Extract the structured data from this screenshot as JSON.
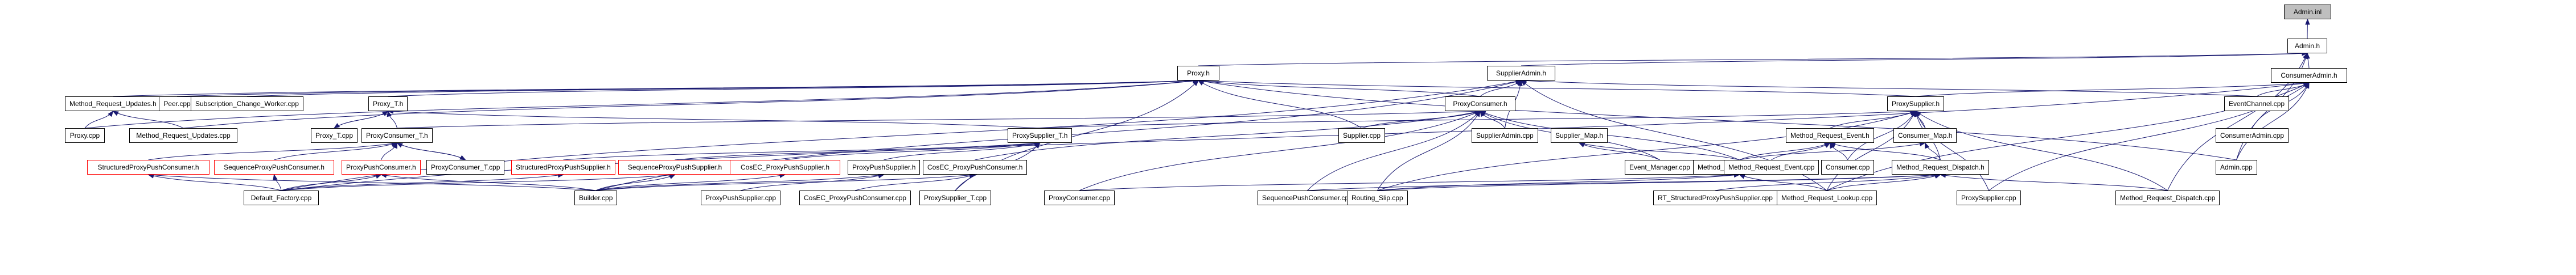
{
  "diagram": {
    "type": "include-dependency-graph",
    "root": "Admin.inl",
    "colors": {
      "edge": "#191970",
      "root_fill": "#bfbfbf",
      "node_border": "#000000",
      "truncated_border": "#ff0000"
    },
    "nodes": [
      {
        "id": "admin_inl",
        "label": "Admin.inl",
        "style": "root"
      },
      {
        "id": "admin_h",
        "label": "Admin.h",
        "style": "normal"
      },
      {
        "id": "supplieradmin_h",
        "label": "SupplierAdmin.h",
        "style": "normal"
      },
      {
        "id": "consumeradmin_h",
        "label": "ConsumerAdmin.h",
        "style": "normal"
      },
      {
        "id": "proxy_h",
        "label": "Proxy.h",
        "style": "normal"
      },
      {
        "id": "proxyconsumer_h",
        "label": "ProxyConsumer.h",
        "style": "normal"
      },
      {
        "id": "proxysupplier_h",
        "label": "ProxySupplier.h",
        "style": "normal"
      },
      {
        "id": "mru_h",
        "label": "Method_Request_Updates.h",
        "style": "normal"
      },
      {
        "id": "peer_cpp",
        "label": "Peer.cpp",
        "style": "normal"
      },
      {
        "id": "scw_cpp",
        "label": "Subscription_Change_Worker.cpp",
        "style": "normal"
      },
      {
        "id": "proxy_t_h",
        "label": "Proxy_T.h",
        "style": "normal"
      },
      {
        "id": "eventchannel_cpp",
        "label": "EventChannel.cpp",
        "style": "normal"
      },
      {
        "id": "proxy_cpp",
        "label": "Proxy.cpp",
        "style": "normal"
      },
      {
        "id": "mru_cpp",
        "label": "Method_Request_Updates.cpp",
        "style": "normal"
      },
      {
        "id": "proxy_t_cpp",
        "label": "Proxy_T.cpp",
        "style": "normal"
      },
      {
        "id": "proxyconsumer_t_h",
        "label": "ProxyConsumer_T.h",
        "style": "normal"
      },
      {
        "id": "proxysupplier_t_h",
        "label": "ProxySupplier_T.h",
        "style": "normal"
      },
      {
        "id": "supplier_cpp",
        "label": "Supplier.cpp",
        "style": "normal"
      },
      {
        "id": "supplieradmin_cpp",
        "label": "SupplierAdmin.cpp",
        "style": "normal"
      },
      {
        "id": "supplier_map_h",
        "label": "Supplier_Map.h",
        "style": "normal"
      },
      {
        "id": "mre_h",
        "label": "Method_Request_Event.h",
        "style": "normal"
      },
      {
        "id": "consumer_map_h",
        "label": "Consumer_Map.h",
        "style": "normal"
      },
      {
        "id": "consumeradmin_cpp",
        "label": "ConsumerAdmin.cpp",
        "style": "normal"
      },
      {
        "id": "sppc_h",
        "label": "StructuredProxyPushConsumer.h",
        "style": "truncated"
      },
      {
        "id": "seqppc_h",
        "label": "SequenceProxyPushConsumer.h",
        "style": "truncated"
      },
      {
        "id": "ppc_h",
        "label": "ProxyPushConsumer.h",
        "style": "truncated"
      },
      {
        "id": "proxyconsumer_t_cpp",
        "label": "ProxyConsumer_T.cpp",
        "style": "normal"
      },
      {
        "id": "spps_h",
        "label": "StructuredProxyPushSupplier.h",
        "style": "truncated"
      },
      {
        "id": "seqpps_h",
        "label": "SequenceProxyPushSupplier.h",
        "style": "truncated"
      },
      {
        "id": "cosec_pps_h",
        "label": "CosEC_ProxyPushSupplier.h",
        "style": "truncated"
      },
      {
        "id": "pps_h",
        "label": "ProxyPushSupplier.h",
        "style": "normal"
      },
      {
        "id": "cosec_ppc_h",
        "label": "CosEC_ProxyPushConsumer.h",
        "style": "normal"
      },
      {
        "id": "event_manager_cpp",
        "label": "Event_Manager.cpp",
        "style": "normal"
      },
      {
        "id": "mrl_h",
        "label": "Method_Request_Lookup.h",
        "style": "normal"
      },
      {
        "id": "mre_cpp",
        "label": "Method_Request_Event.cpp",
        "style": "normal"
      },
      {
        "id": "consumer_cpp",
        "label": "Consumer.cpp",
        "style": "normal"
      },
      {
        "id": "mrd_h",
        "label": "Method_Request_Dispatch.h",
        "style": "normal"
      },
      {
        "id": "admin_cpp",
        "label": "Admin.cpp",
        "style": "normal"
      },
      {
        "id": "default_factory_cpp",
        "label": "Default_Factory.cpp",
        "style": "normal"
      },
      {
        "id": "builder_cpp",
        "label": "Builder.cpp",
        "style": "normal"
      },
      {
        "id": "pps_cpp",
        "label": "ProxyPushSupplier.cpp",
        "style": "normal"
      },
      {
        "id": "cosec_ppc_cpp",
        "label": "CosEC_ProxyPushConsumer.cpp",
        "style": "normal"
      },
      {
        "id": "proxysupplier_t_cpp",
        "label": "ProxySupplier_T.cpp",
        "style": "normal"
      },
      {
        "id": "proxyconsumer_cpp",
        "label": "ProxyConsumer.cpp",
        "style": "normal"
      },
      {
        "id": "seqpushconsumer_cpp",
        "label": "SequencePushConsumer.cpp",
        "style": "normal"
      },
      {
        "id": "routing_slip_cpp",
        "label": "Routing_Slip.cpp",
        "style": "normal"
      },
      {
        "id": "rt_spps_cpp",
        "label": "RT_StructuredProxyPushSupplier.cpp",
        "style": "normal"
      },
      {
        "id": "mrl_cpp",
        "label": "Method_Request_Lookup.cpp",
        "style": "normal"
      },
      {
        "id": "proxysupplier_cpp",
        "label": "ProxySupplier.cpp",
        "style": "normal"
      },
      {
        "id": "mrd_cpp",
        "label": "Method_Request_Dispatch.cpp",
        "style": "normal"
      }
    ],
    "edges": [
      [
        "admin_h",
        "admin_inl"
      ],
      [
        "consumeradmin_h",
        "admin_h"
      ],
      [
        "supplieradmin_h",
        "admin_h"
      ],
      [
        "proxy_h",
        "admin_h"
      ],
      [
        "admin_cpp",
        "admin_h"
      ],
      [
        "mrd_cpp",
        "admin_h"
      ],
      [
        "eventchannel_cpp",
        "consumeradmin_h"
      ],
      [
        "consumeradmin_cpp",
        "consumeradmin_h"
      ],
      [
        "proxysupplier_h",
        "consumeradmin_h"
      ],
      [
        "admin_cpp",
        "consumeradmin_h"
      ],
      [
        "mrl_cpp",
        "consumeradmin_h"
      ],
      [
        "proxysupplier_cpp",
        "consumeradmin_h"
      ],
      [
        "default_factory_cpp",
        "consumeradmin_h"
      ],
      [
        "proxyconsumer_h",
        "supplieradmin_h"
      ],
      [
        "supplieradmin_cpp",
        "supplieradmin_h"
      ],
      [
        "eventchannel_cpp",
        "supplieradmin_h"
      ],
      [
        "builder_cpp",
        "supplieradmin_h"
      ],
      [
        "default_factory_cpp",
        "supplieradmin_h"
      ],
      [
        "mrl_cpp",
        "supplieradmin_h"
      ],
      [
        "proxyconsumer_h",
        "proxy_h"
      ],
      [
        "proxysupplier_h",
        "proxy_h"
      ],
      [
        "proxy_t_h",
        "proxy_h"
      ],
      [
        "mru_h",
        "proxy_h"
      ],
      [
        "proxy_cpp",
        "proxy_h"
      ],
      [
        "peer_cpp",
        "proxy_h"
      ],
      [
        "scw_cpp",
        "proxy_h"
      ],
      [
        "mru_cpp",
        "proxy_h"
      ],
      [
        "supplier_cpp",
        "proxy_h"
      ],
      [
        "proxysupplier_t_cpp",
        "proxy_h"
      ],
      [
        "admin_cpp",
        "proxy_h"
      ],
      [
        "proxy_cpp",
        "mru_h"
      ],
      [
        "mru_cpp",
        "mru_h"
      ],
      [
        "proxy_t_cpp",
        "proxy_t_h"
      ],
      [
        "proxyconsumer_t_h",
        "proxy_t_h"
      ],
      [
        "proxysupplier_t_h",
        "proxy_t_h"
      ],
      [
        "proxy_t_h",
        "proxy_t_cpp"
      ],
      [
        "proxyconsumer_t_cpp",
        "proxyconsumer_t_h"
      ],
      [
        "proxyconsumer_t_h",
        "proxyconsumer_t_cpp"
      ],
      [
        "ppc_h",
        "proxyconsumer_t_h"
      ],
      [
        "seqppc_h",
        "proxyconsumer_t_h"
      ],
      [
        "sppc_h",
        "proxyconsumer_t_h"
      ],
      [
        "proxyconsumer_t_h",
        "proxyconsumer_h"
      ],
      [
        "supplier_cpp",
        "proxyconsumer_h"
      ],
      [
        "proxyconsumer_cpp",
        "proxyconsumer_h"
      ],
      [
        "supplieradmin_cpp",
        "proxyconsumer_h"
      ],
      [
        "event_manager_cpp",
        "proxyconsumer_h"
      ],
      [
        "mrl_h",
        "proxyconsumer_h"
      ],
      [
        "seqpushconsumer_cpp",
        "proxyconsumer_h"
      ],
      [
        "routing_slip_cpp",
        "proxyconsumer_h"
      ],
      [
        "cosec_ppc_h",
        "proxyconsumer_h"
      ],
      [
        "spps_h",
        "proxysupplier_t_h"
      ],
      [
        "seqpps_h",
        "proxysupplier_t_h"
      ],
      [
        "cosec_pps_h",
        "proxysupplier_t_h"
      ],
      [
        "pps_h",
        "proxysupplier_t_h"
      ],
      [
        "proxysupplier_t_cpp",
        "proxysupplier_t_h"
      ],
      [
        "proxysupplier_t_h",
        "proxysupplier_h"
      ],
      [
        "mre_h",
        "proxysupplier_h"
      ],
      [
        "consumer_map_h",
        "proxysupplier_h"
      ],
      [
        "consumer_cpp",
        "proxysupplier_h"
      ],
      [
        "mrd_h",
        "proxysupplier_h"
      ],
      [
        "proxysupplier_cpp",
        "proxysupplier_h"
      ],
      [
        "mrd_cpp",
        "proxysupplier_h"
      ],
      [
        "mrl_cpp",
        "proxysupplier_h"
      ],
      [
        "routing_slip_cpp",
        "proxysupplier_h"
      ],
      [
        "event_manager_cpp",
        "supplier_map_h"
      ],
      [
        "mrl_h",
        "supplier_map_h"
      ],
      [
        "mre_cpp",
        "mre_h"
      ],
      [
        "consumer_cpp",
        "mre_h"
      ],
      [
        "mrd_h",
        "mre_h"
      ],
      [
        "mrl_h",
        "mre_h"
      ],
      [
        "mrl_h",
        "consumer_map_h"
      ],
      [
        "mrd_h",
        "consumer_map_h"
      ],
      [
        "routing_slip_cpp",
        "mrl_h"
      ],
      [
        "mrl_cpp",
        "mrl_h"
      ],
      [
        "proxyconsumer_cpp",
        "mrl_h"
      ],
      [
        "rt_spps_cpp",
        "mrd_h"
      ],
      [
        "mrl_cpp",
        "mrd_h"
      ],
      [
        "routing_slip_cpp",
        "mrd_h"
      ],
      [
        "mrd_cpp",
        "mrd_h"
      ],
      [
        "seqpushconsumer_cpp",
        "mrd_h"
      ],
      [
        "default_factory_cpp",
        "sppc_h"
      ],
      [
        "default_factory_cpp",
        "seqppc_h"
      ],
      [
        "default_factory_cpp",
        "ppc_h"
      ],
      [
        "default_factory_cpp",
        "spps_h"
      ],
      [
        "default_factory_cpp",
        "seqpps_h"
      ],
      [
        "builder_cpp",
        "seqpps_h"
      ],
      [
        "builder_cpp",
        "cosec_pps_h"
      ],
      [
        "builder_cpp",
        "pps_h"
      ],
      [
        "builder_cpp",
        "cosec_ppc_h"
      ],
      [
        "pps_cpp",
        "pps_h"
      ],
      [
        "cosec_ppc_cpp",
        "cosec_ppc_h"
      ],
      [
        "builder_cpp",
        "ppc_h"
      ],
      [
        "builder_cpp",
        "sppc_h"
      ]
    ]
  }
}
